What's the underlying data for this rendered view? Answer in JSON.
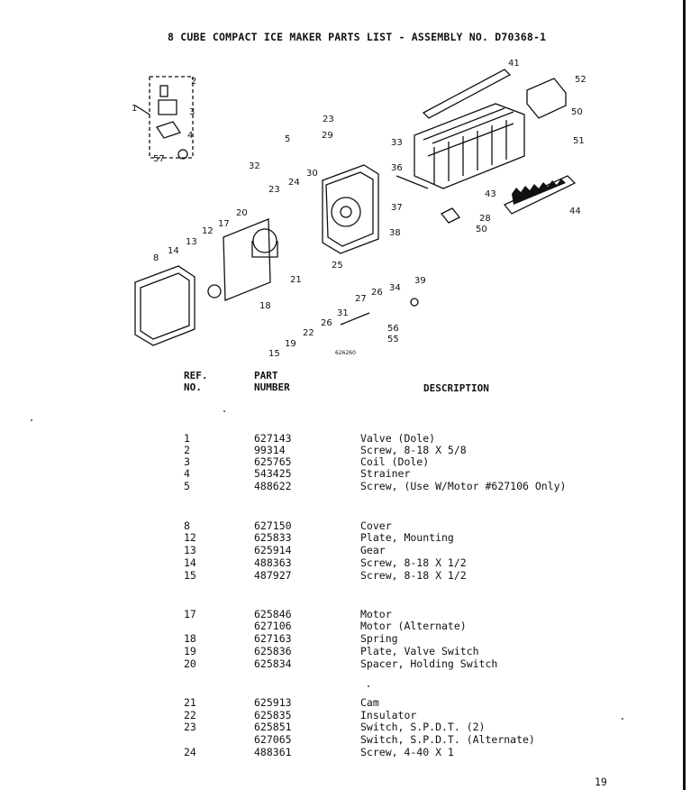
{
  "title": "8 CUBE COMPACT ICE MAKER PARTS LIST - ASSEMBLY NO. D70368-1",
  "diagram": {
    "image_code": "626260",
    "callouts": [
      "1",
      "2",
      "3",
      "4",
      "57",
      "5",
      "23",
      "29",
      "33",
      "36",
      "37",
      "32",
      "24",
      "30",
      "23",
      "20",
      "17",
      "12",
      "13",
      "14",
      "8",
      "41",
      "52",
      "50",
      "51",
      "43",
      "44",
      "28",
      "50",
      "38",
      "39",
      "34",
      "25",
      "21",
      "18",
      "19",
      "22",
      "26",
      "31",
      "27",
      "26",
      "56",
      "55",
      "15"
    ]
  },
  "table": {
    "headers": {
      "ref_line1": "REF.",
      "ref_line2": "NO.",
      "part_line1": "PART",
      "part_line2": "NUMBER",
      "description": "DESCRIPTION"
    },
    "rows": [
      {
        "ref": "1",
        "part": "627143",
        "desc": "Valve (Dole)"
      },
      {
        "ref": "2",
        "part": "99314",
        "desc": "Screw, 8-18 X 5/8"
      },
      {
        "ref": "3",
        "part": "625765",
        "desc": "Coil (Dole)"
      },
      {
        "ref": "4",
        "part": "543425",
        "desc": "Strainer"
      },
      {
        "ref": "5",
        "part": "488622",
        "desc": "Screw, (Use W/Motor #627106 Only)"
      },
      {
        "ref": "8",
        "part": "627150",
        "desc": "Cover"
      },
      {
        "ref": "12",
        "part": "625833",
        "desc": "Plate, Mounting"
      },
      {
        "ref": "13",
        "part": "625914",
        "desc": "Gear"
      },
      {
        "ref": "14",
        "part": "488363",
        "desc": "Screw, 8-18 X 1/2"
      },
      {
        "ref": "15",
        "part": "487927",
        "desc": "Screw, 8-18 X 1/2"
      },
      {
        "ref": "17",
        "part": "625846",
        "desc": "Motor"
      },
      {
        "ref": "",
        "part": "627106",
        "desc": "Motor (Alternate)"
      },
      {
        "ref": "18",
        "part": "627163",
        "desc": "Spring"
      },
      {
        "ref": "19",
        "part": "625836",
        "desc": "Plate, Valve Switch"
      },
      {
        "ref": "20",
        "part": "625834",
        "desc": "Spacer, Holding Switch"
      },
      {
        "ref": "21",
        "part": "625913",
        "desc": "Cam"
      },
      {
        "ref": "22",
        "part": "625835",
        "desc": "Insulator"
      },
      {
        "ref": "23",
        "part": "625851",
        "desc": "Switch, S.P.D.T. (2)"
      },
      {
        "ref": "",
        "part": "627065",
        "desc": "Switch, S.P.D.T. (Alternate)"
      },
      {
        "ref": "24",
        "part": "488361",
        "desc": "Screw, 4-40 X 1"
      }
    ]
  },
  "page_number": "19"
}
